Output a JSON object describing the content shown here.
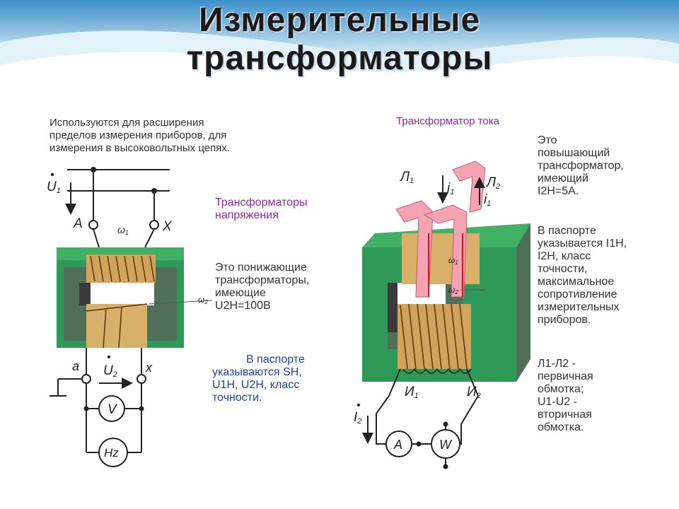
{
  "title": {
    "line1": "Измерительные",
    "line2": "трансформаторы"
  },
  "left": {
    "intro": [
      "Используются для расширения",
      "пределов измерения приборов, для",
      "измерения в высоковольтных цепях."
    ],
    "voltage_heading": [
      "Трансформаторы",
      "напряжения"
    ],
    "stepdown": [
      "Это понижающие",
      "трансформаторы,",
      "имеющие",
      "U2H=100В"
    ],
    "passport": [
      "В паспорте",
      "указываются SH,",
      "U1H, U2H, класс",
      "точности."
    ],
    "labels": {
      "u1": "U",
      "u1_sub": "1",
      "a_upper": "A",
      "x_upper": "X",
      "w1": "ω",
      "w1_sub": "1",
      "w2": "ω",
      "w2_sub": "2",
      "a_lower": "a",
      "x_lower": "x",
      "u2": "U",
      "u2_sub": "2",
      "voltmeter": "V",
      "hz_meter": "Hz"
    }
  },
  "right": {
    "current_heading": "Трансформатор тока",
    "stepup": [
      "Это",
      "повышающий",
      "трансформатор,",
      "имеющий",
      "I2H=5А."
    ],
    "passport": [
      "В паспорте",
      "указывается I1H,",
      "I2H, класс",
      "точности,",
      "максимальное",
      "сопротивление",
      "измерительных",
      "приборов."
    ],
    "windings": [
      "Л1-Л2 -",
      "первичная",
      "обмотка;",
      "U1-U2 -",
      "вторичная",
      "обмотка."
    ],
    "labels": {
      "l1": "Л",
      "l1_sub": "1",
      "l2": "Л",
      "l2_sub": "2",
      "i1": "i",
      "i1_sub": "1",
      "w1": "ω",
      "w1_sub": "1",
      "w2": "ω",
      "w2_sub": "2",
      "u1": "И",
      "u1_sub": "1",
      "u2": "И",
      "u2_sub": "2",
      "i2": "I",
      "i2_sub": "2",
      "ammeter": "A",
      "wattmeter": "W"
    }
  },
  "colors": {
    "core_green": "#2f9a57",
    "core_side": "#5a7a5a",
    "winding": "#d2a35a",
    "pink_bus": "#f3a3b1",
    "purple_text": "#8a2aa0",
    "blue_text": "#23419b"
  }
}
